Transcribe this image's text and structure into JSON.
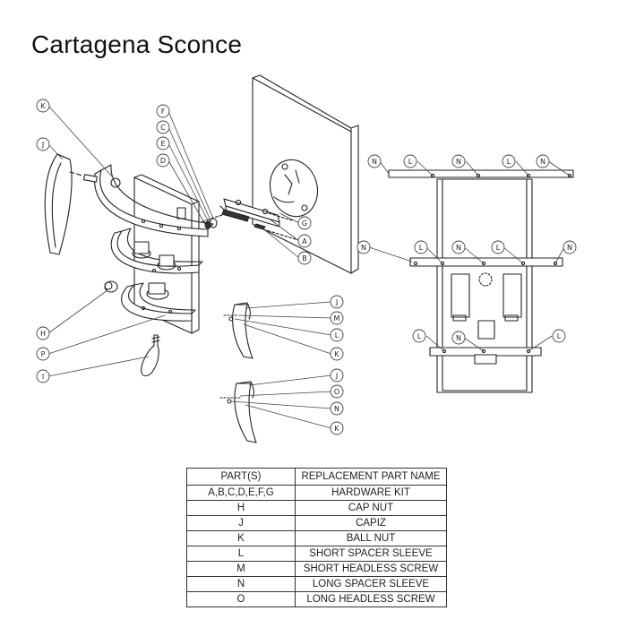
{
  "title": "Cartagena Sconce",
  "callouts": {
    "left": [
      "K",
      "J",
      "F",
      "C",
      "E",
      "D",
      "G",
      "A",
      "B",
      "H",
      "P",
      "I"
    ],
    "mid": [
      "J",
      "M",
      "L",
      "K",
      "J",
      "O",
      "N",
      "K"
    ],
    "right_top": [
      "N",
      "L",
      "N",
      "L",
      "N"
    ],
    "right_mid": [
      "N",
      "L",
      "N",
      "L",
      "N"
    ],
    "right_bot": [
      "L",
      "N",
      "L"
    ]
  },
  "table": {
    "headers": [
      "PART(S)",
      "REPLACEMENT PART NAME"
    ],
    "rows": [
      [
        "A,B,C,D,E,F,G",
        "HARDWARE KIT"
      ],
      [
        "H",
        "CAP NUT"
      ],
      [
        "J",
        "CAPIZ"
      ],
      [
        "K",
        "BALL NUT"
      ],
      [
        "L",
        "SHORT SPACER SLEEVE"
      ],
      [
        "M",
        "SHORT HEADLESS SCREW"
      ],
      [
        "N",
        "LONG SPACER SLEEVE"
      ],
      [
        "O",
        "LONG HEADLESS SCREW"
      ]
    ]
  }
}
